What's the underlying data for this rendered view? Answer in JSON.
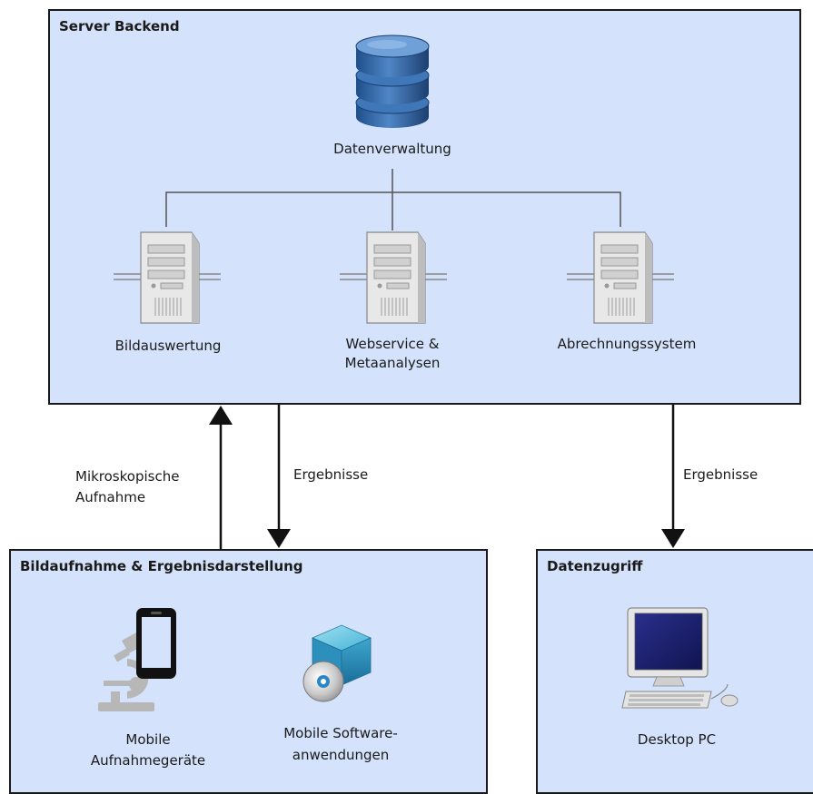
{
  "server_backend": {
    "title": "Server Backend",
    "database_label": "Datenverwaltung",
    "servers": [
      {
        "label_line1": "Bildauswertung",
        "label_line2": ""
      },
      {
        "label_line1": "Webservice &",
        "label_line2": "Metaanalysen"
      },
      {
        "label_line1": "Abrechnungssystem",
        "label_line2": ""
      }
    ]
  },
  "arrows": {
    "upload_label_line1": "Mikroskopische",
    "upload_label_line2": "Aufnahme",
    "results_label_left": "Ergebnisse",
    "results_label_right": "Ergebnisse"
  },
  "capture_box": {
    "title": "Bildaufnahme & Ergebnisdarstellung",
    "mobile_devices_line1": "Mobile",
    "mobile_devices_line2": "Aufnahmegeräte",
    "software_line1": "Mobile Software-",
    "software_line2": "anwendungen"
  },
  "access_box": {
    "title": "Datenzugriff",
    "desktop_label": "Desktop PC"
  }
}
